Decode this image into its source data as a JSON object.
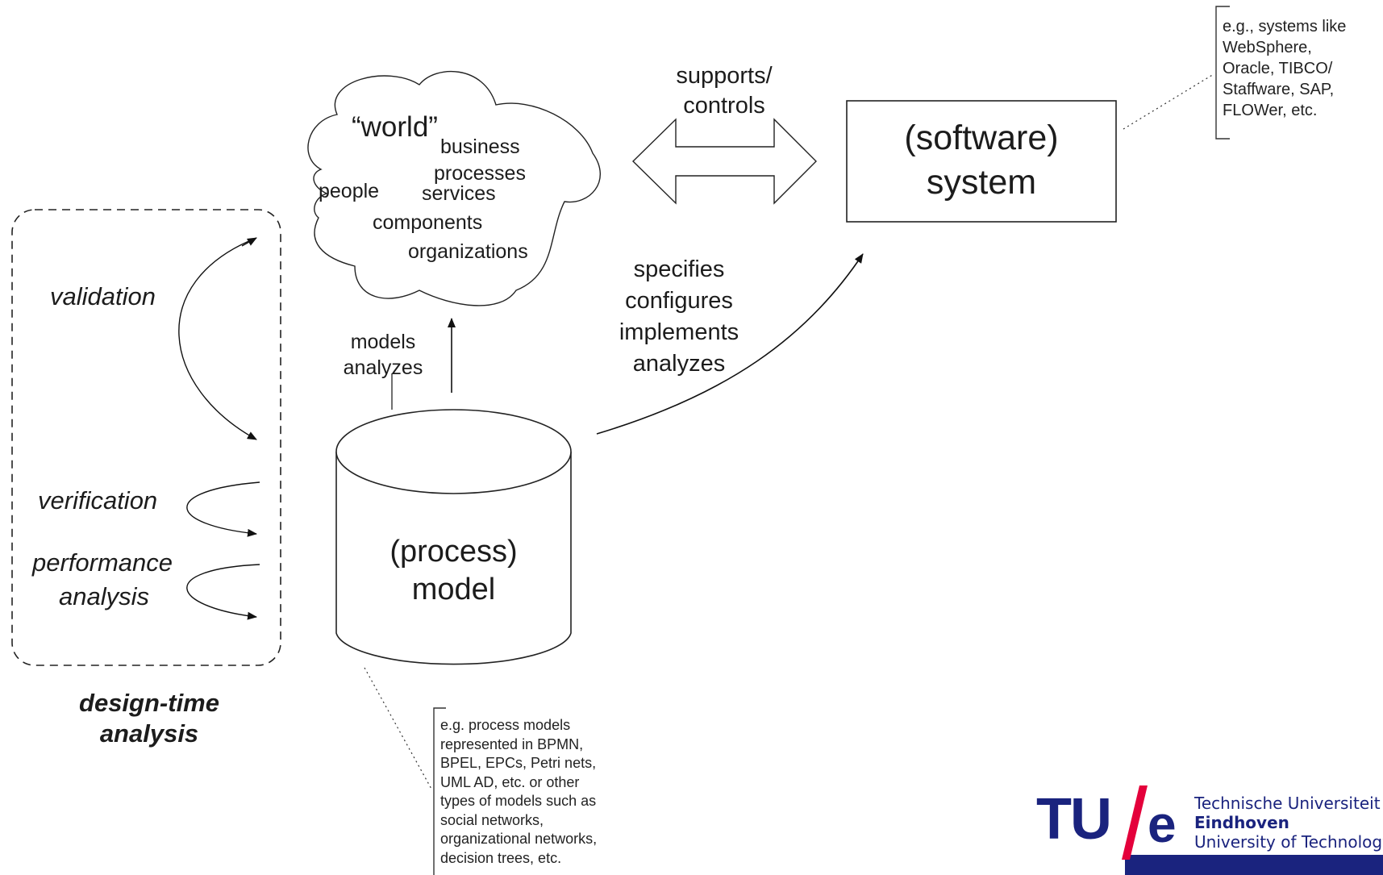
{
  "cloud": {
    "title": "“world”",
    "items": [
      "business",
      "processes",
      "services",
      "people",
      "components",
      "organizations"
    ]
  },
  "arrow_supports_label": [
    "supports/",
    "controls"
  ],
  "software_system": [
    "(software)",
    "system"
  ],
  "software_note": [
    "e.g., systems like",
    "WebSphere,",
    "Oracle, TIBCO/",
    "Staffware, SAP,",
    "FLOWer,  etc."
  ],
  "specifies_label": [
    "specifies",
    "configures",
    "implements",
    "analyzes"
  ],
  "models_label": [
    "models",
    "analyzes"
  ],
  "process_model": [
    "(process)",
    "model"
  ],
  "process_note": [
    "e.g. process models",
    "represented in BPMN,",
    "BPEL, EPCs, Petri nets,",
    "UML AD, etc. or other",
    "types of models such as",
    "social networks,",
    "organizational networks,",
    "decision trees, etc."
  ],
  "analysis_items": {
    "validation": "validation",
    "verification": "verification",
    "performance": [
      "performance",
      "analysis"
    ]
  },
  "design_time_label": [
    "design-time",
    "analysis"
  ],
  "logo": {
    "mark_tu": "TU",
    "mark_e": "e",
    "line1": "Technische Universiteit",
    "line2": "Eindhoven",
    "line3": "University of Technology",
    "colors": {
      "navy": "#1a237e",
      "red": "#e4003b"
    }
  }
}
